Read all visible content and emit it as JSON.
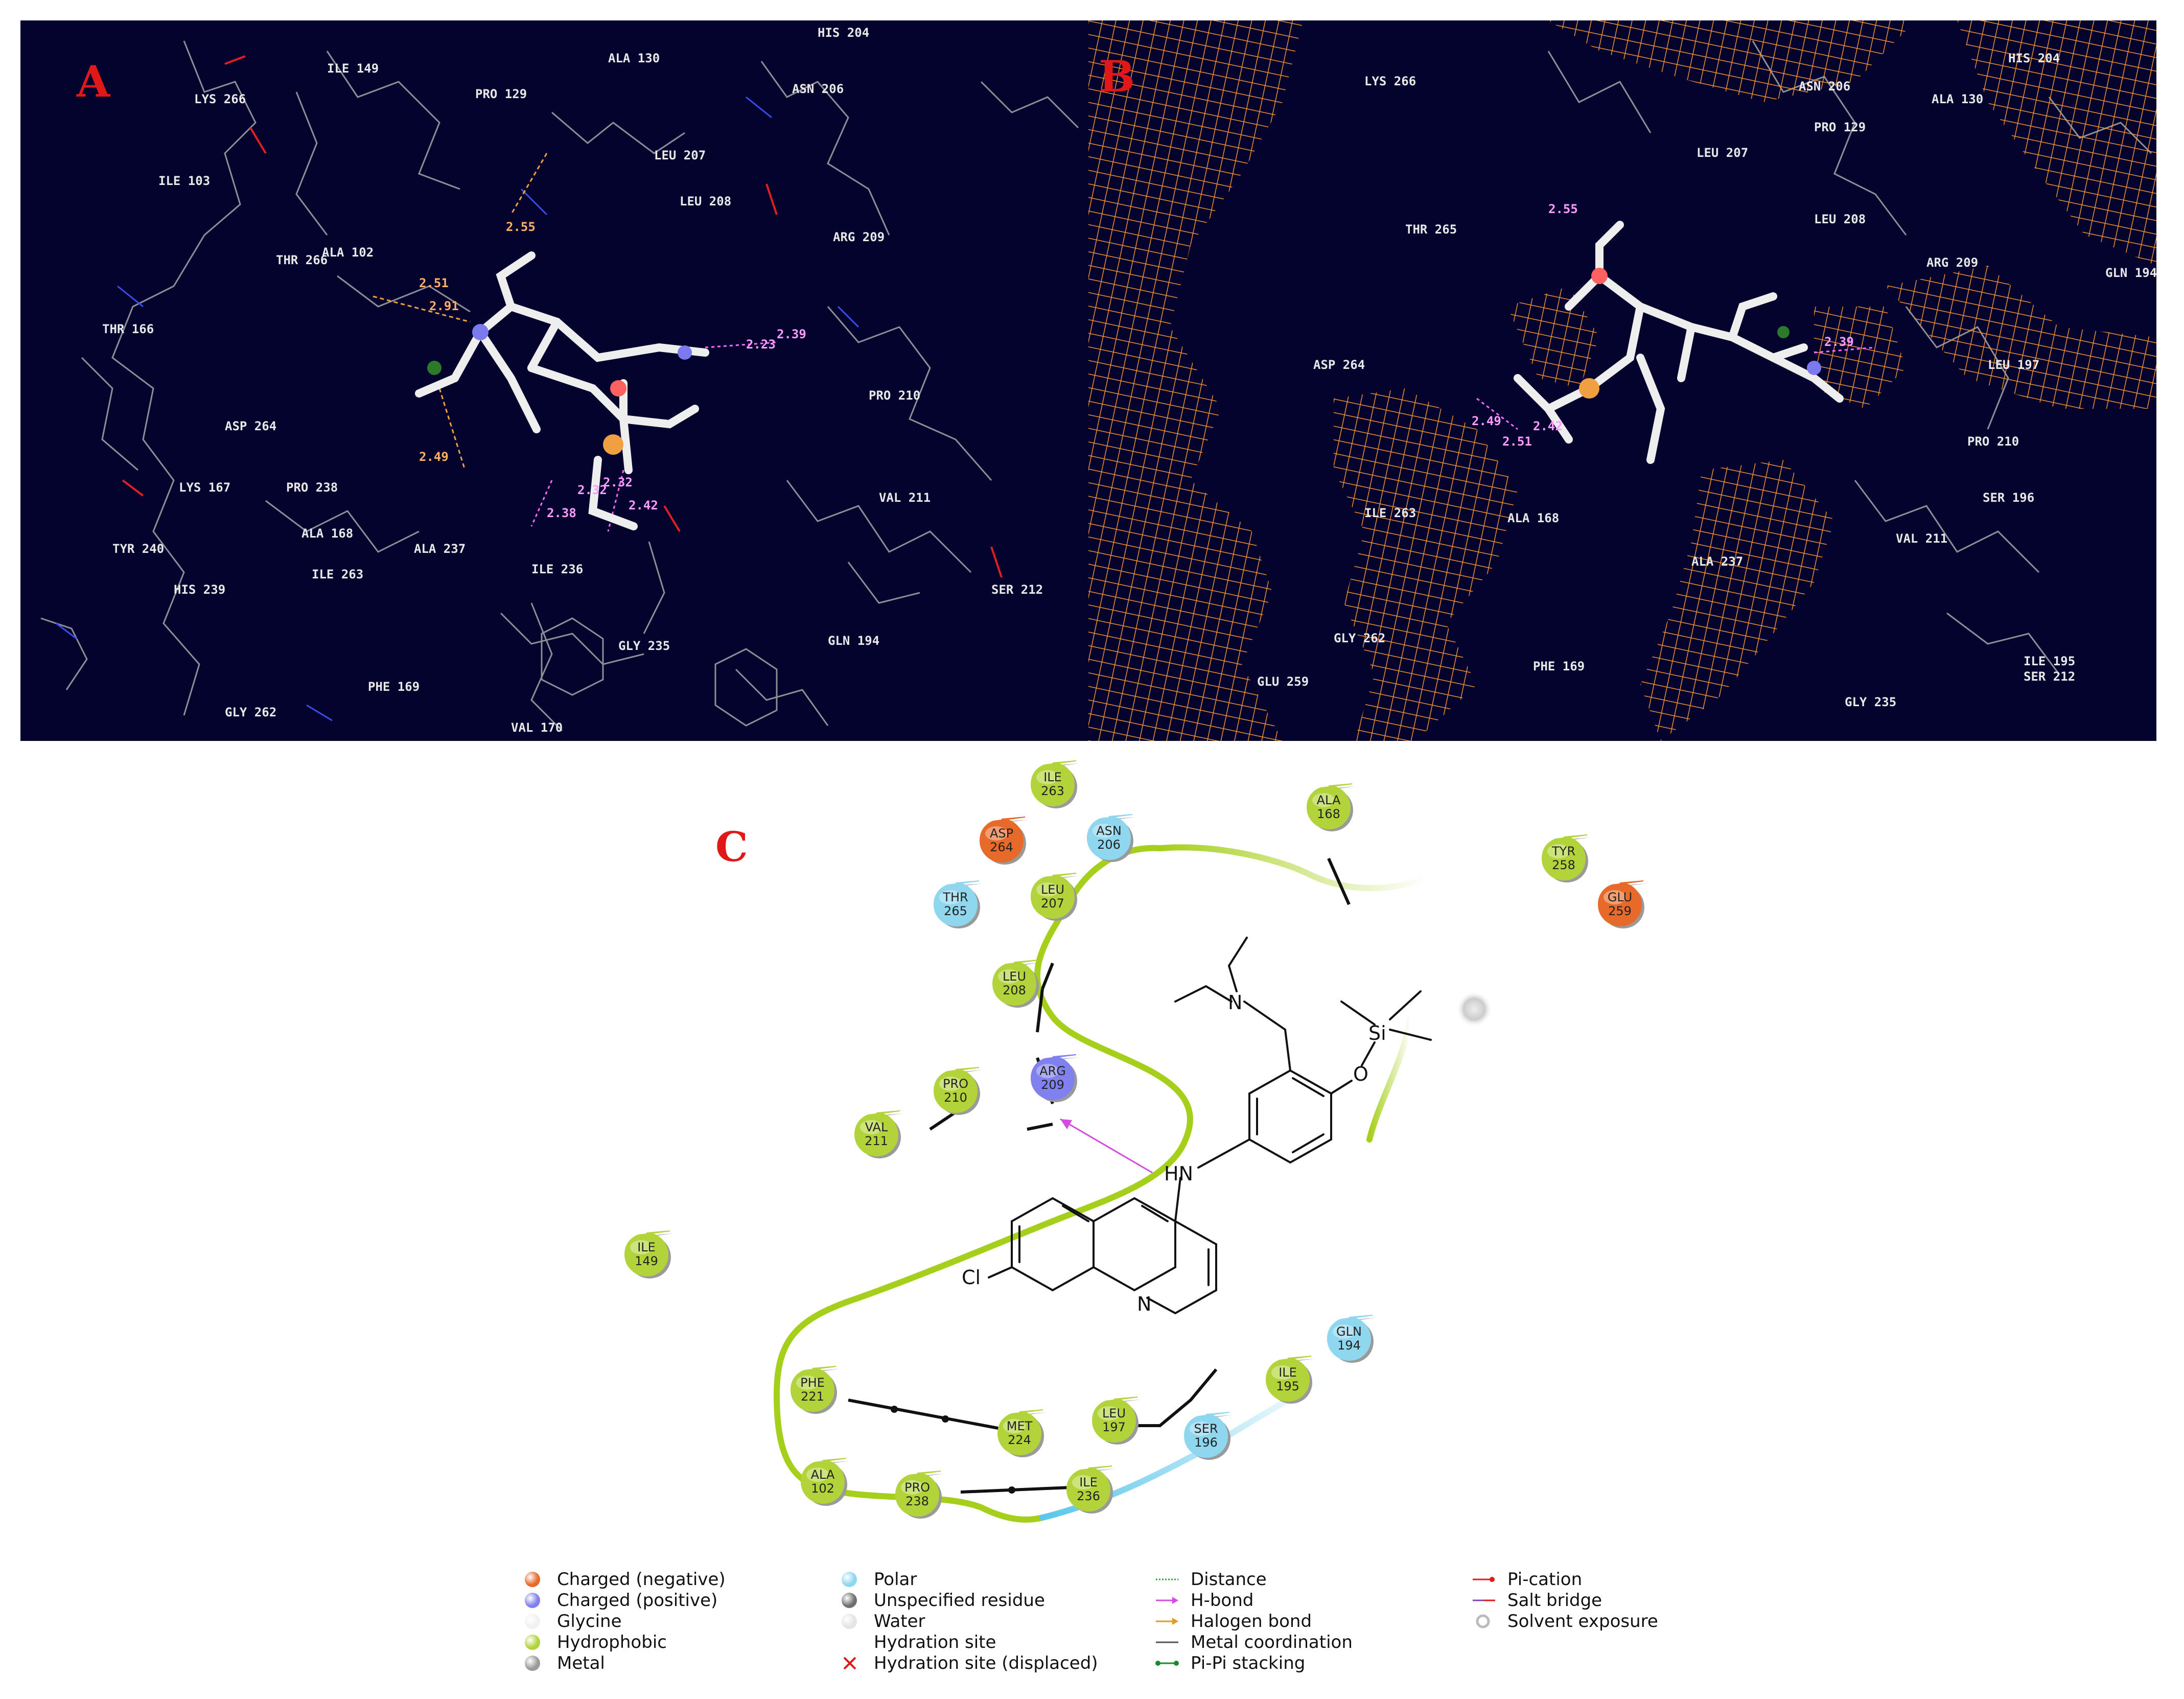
{
  "panels": {
    "a": {
      "letter": "A",
      "residues": [
        "HIS 204",
        "ILE 149",
        "ALA 130",
        "LYS 266",
        "PRO 129",
        "ASN 206",
        "ILE 103",
        "LEU 207",
        "LEU 208",
        "ALA 102",
        "THR 266",
        "ARG 209",
        "THR 166",
        "PRO 210",
        "ASP 264",
        "PRO 238",
        "LYS 167",
        "VAL 211",
        "ALA 168",
        "TYR 240",
        "ALA 237",
        "ILE 263",
        "ILE 236",
        "HIS 239",
        "SER 212",
        "GLY 235",
        "GLN 194",
        "PHE 169",
        "GLY 262",
        "VAL 170"
      ],
      "distances": [
        "2.55",
        "2.51",
        "2.91",
        "2.39",
        "2.23",
        "2.49",
        "2.42",
        "2.32",
        "2.38",
        "2.32"
      ]
    },
    "b": {
      "letter": "B",
      "residues": [
        "HIS 204",
        "LYS 266",
        "ASN 206",
        "ALA 130",
        "PRO 129",
        "LEU 207",
        "LEU 208",
        "THR 265",
        "ARG 209",
        "GLN 194",
        "ASP 264",
        "LEU 197",
        "PRO 210",
        "SER 196",
        "ALA 168",
        "VAL 211",
        "ILE 263",
        "ALA 237",
        "ILE 195",
        "SER 212",
        "GLY 262",
        "PHE 169",
        "GLY 235",
        "GLU 259"
      ],
      "distances": [
        "2.55",
        "2.51",
        "2.39",
        "2.49",
        "2.42"
      ]
    },
    "c": {
      "letter": "C",
      "residues": [
        {
          "name": "ILE",
          "num": "263",
          "type": "hydrophobic"
        },
        {
          "name": "ASP",
          "num": "264",
          "type": "negative"
        },
        {
          "name": "ASN",
          "num": "206",
          "type": "polar"
        },
        {
          "name": "THR",
          "num": "265",
          "type": "polar"
        },
        {
          "name": "LEU",
          "num": "207",
          "type": "hydrophobic"
        },
        {
          "name": "ALA",
          "num": "168",
          "type": "hydrophobic"
        },
        {
          "name": "TYR",
          "num": "258",
          "type": "hydrophobic"
        },
        {
          "name": "GLU",
          "num": "259",
          "type": "negative"
        },
        {
          "name": "LEU",
          "num": "208",
          "type": "hydrophobic"
        },
        {
          "name": "ARG",
          "num": "209",
          "type": "positive"
        },
        {
          "name": "PRO",
          "num": "210",
          "type": "hydrophobic"
        },
        {
          "name": "VAL",
          "num": "211",
          "type": "hydrophobic"
        },
        {
          "name": "ILE",
          "num": "149",
          "type": "hydrophobic"
        },
        {
          "name": "GLN",
          "num": "194",
          "type": "polar"
        },
        {
          "name": "PHE",
          "num": "221",
          "type": "hydrophobic"
        },
        {
          "name": "ILE",
          "num": "195",
          "type": "hydrophobic"
        },
        {
          "name": "MET",
          "num": "224",
          "type": "hydrophobic"
        },
        {
          "name": "LEU",
          "num": "197",
          "type": "hydrophobic"
        },
        {
          "name": "SER",
          "num": "196",
          "type": "polar"
        },
        {
          "name": "ALA",
          "num": "102",
          "type": "hydrophobic"
        },
        {
          "name": "PRO",
          "num": "238",
          "type": "hydrophobic"
        },
        {
          "name": "ILE",
          "num": "236",
          "type": "hydrophobic"
        }
      ],
      "atoms": {
        "n_amine": "N",
        "si": "Si",
        "o": "O",
        "hn": "HN",
        "cl": "Cl",
        "n_ring": "N"
      }
    }
  },
  "colors": {
    "hydrophobic": "#b2d43a",
    "polar": "#8fd6ef",
    "negative": "#e86a2a",
    "positive": "#8080ee",
    "glycine": "#f1f1f1",
    "background_3d": "#03032e",
    "pocket_line": "#a6cf1c",
    "pocket_polar": "#5bc7ea",
    "mesh": "#f09030",
    "hbond": "#d44ce0",
    "panel_letter": "#e01818"
  },
  "legend": {
    "col1": [
      {
        "label": "Charged (negative)",
        "symbol": "ball-negative"
      },
      {
        "label": "Charged (positive)",
        "symbol": "ball-positive"
      },
      {
        "label": "Glycine",
        "symbol": "ball-glycine"
      },
      {
        "label": "Hydrophobic",
        "symbol": "ball-hydrophobic"
      },
      {
        "label": "Metal",
        "symbol": "ball-metal"
      }
    ],
    "col2": [
      {
        "label": "Polar",
        "symbol": "ball-polar"
      },
      {
        "label": "Unspecified residue",
        "symbol": "ball-unspecified"
      },
      {
        "label": "Water",
        "symbol": "ball-water"
      },
      {
        "label": "Hydration site",
        "symbol": "none"
      },
      {
        "label": "Hydration site (displaced)",
        "symbol": "red-x"
      }
    ],
    "col3": [
      {
        "label": "Distance",
        "symbol": "green-dotted-line"
      },
      {
        "label": "H-bond",
        "symbol": "magenta-arrow"
      },
      {
        "label": "Halogen bond",
        "symbol": "orange-arrow"
      },
      {
        "label": "Metal coordination",
        "symbol": "gray-line"
      },
      {
        "label": "Pi-Pi stacking",
        "symbol": "green-dot-line"
      }
    ],
    "col4": [
      {
        "label": "Pi-cation",
        "symbol": "red-dot-line"
      },
      {
        "label": "Salt bridge",
        "symbol": "purple-red-line"
      },
      {
        "label": "Solvent exposure",
        "symbol": "gray-ring"
      }
    ]
  }
}
